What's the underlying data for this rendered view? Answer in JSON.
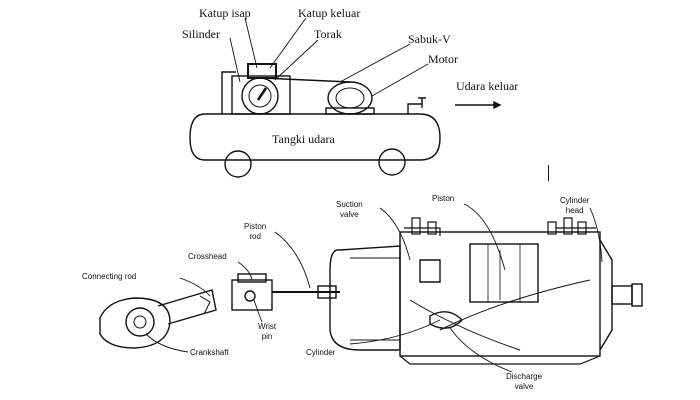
{
  "top_diagram": {
    "labels": {
      "suction_valve": "Katup isap",
      "discharge_valve": "Katup keluar",
      "cylinder": "Silinder",
      "piston": "Torak",
      "belt": "Sabuk-V",
      "motor": "Motor",
      "air_out": "Udara keluar",
      "tank": "Tangki udara"
    }
  },
  "bottom_diagram": {
    "labels": {
      "suction_valve": [
        "Suction",
        "valve"
      ],
      "piston": "Piston",
      "cylinder_head": [
        "Cylinder",
        "head"
      ],
      "piston_rod": [
        "Piston",
        "rod"
      ],
      "crosshead": "Crosshead",
      "connecting_rod": "Connecting rod",
      "wrist_pin": [
        "Wrist",
        "pin"
      ],
      "crankshaft": "Crankshaft",
      "cylinder": "Cylinder",
      "discharge_valve": [
        "Discharge",
        "valve"
      ]
    }
  },
  "colors": {
    "ink": "#111111",
    "background": "#ffffff"
  }
}
